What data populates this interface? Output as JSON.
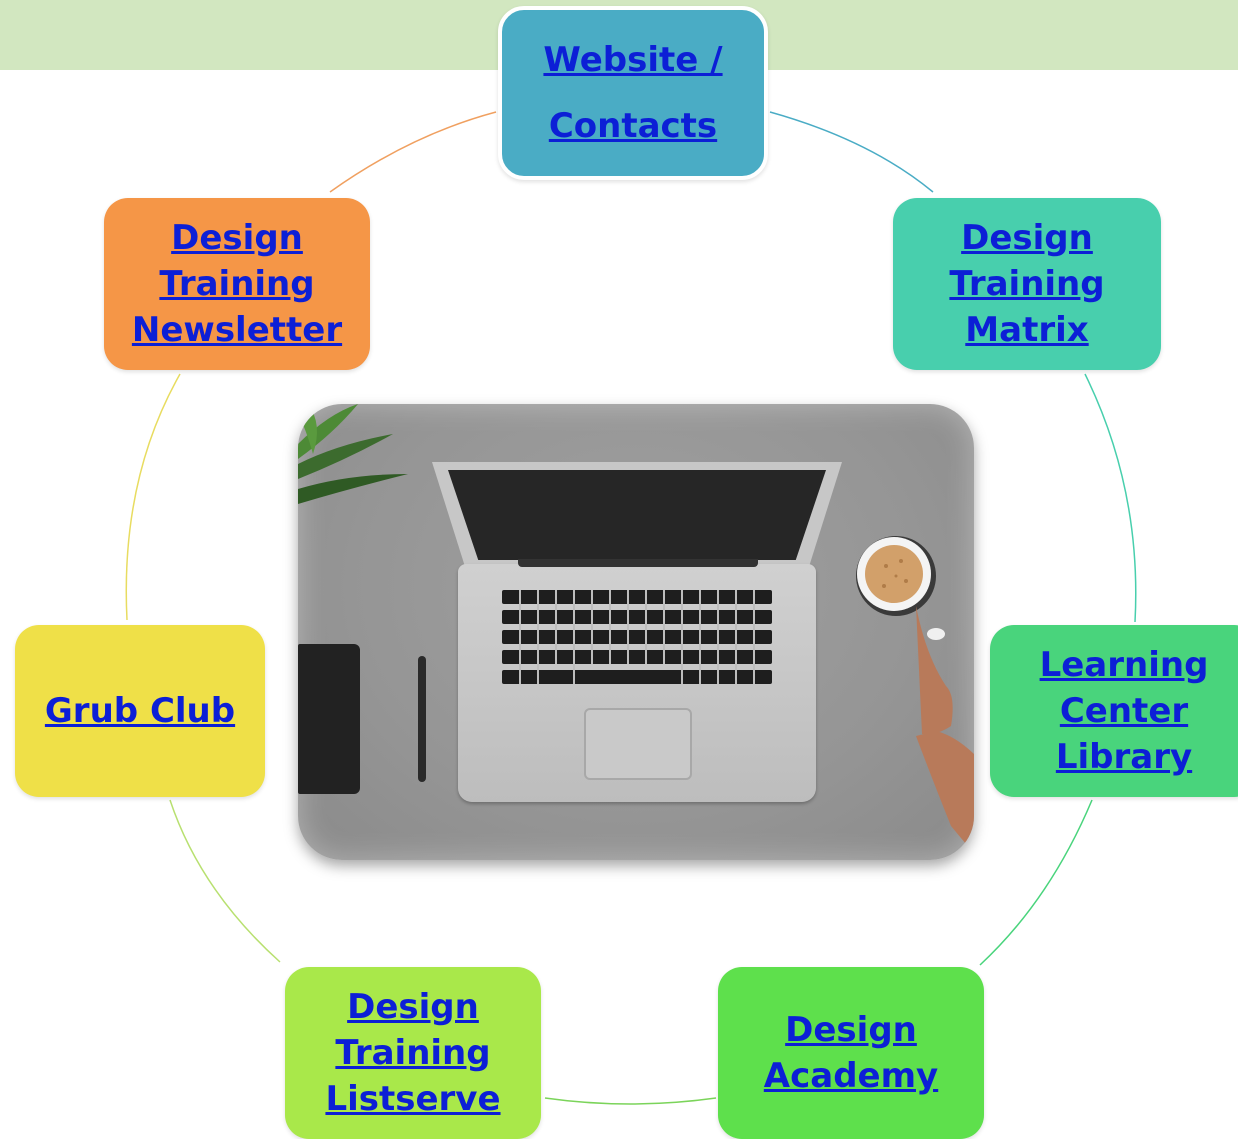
{
  "nodes": [
    {
      "id": "website",
      "lines": [
        "Website /",
        "Contacts"
      ],
      "color": "#4aacc5"
    },
    {
      "id": "matrix",
      "lines": [
        "Design",
        "Training",
        "Matrix"
      ],
      "color": "#48cfad"
    },
    {
      "id": "library",
      "lines": [
        "Learning",
        "Center",
        "Library"
      ],
      "color": "#49d47c"
    },
    {
      "id": "academy",
      "lines": [
        "Design",
        "Academy"
      ],
      "color": "#5ee04c"
    },
    {
      "id": "listserve",
      "lines": [
        "Design",
        "Training",
        "Listserve"
      ],
      "color": "#a9e84a"
    },
    {
      "id": "grub",
      "lines": [
        "Grub Club"
      ],
      "color": "#efe048"
    },
    {
      "id": "newsletter",
      "lines": [
        "Design",
        "Training",
        "Newsletter"
      ],
      "color": "#f59647"
    }
  ],
  "colors": {
    "link": "#0c1fd6",
    "top_band": "#d2e7c0"
  },
  "center_image": {
    "icons": [
      "plant-icon",
      "notebook-icon",
      "pen-icon",
      "laptop-icon",
      "coffee-cup-icon"
    ]
  }
}
